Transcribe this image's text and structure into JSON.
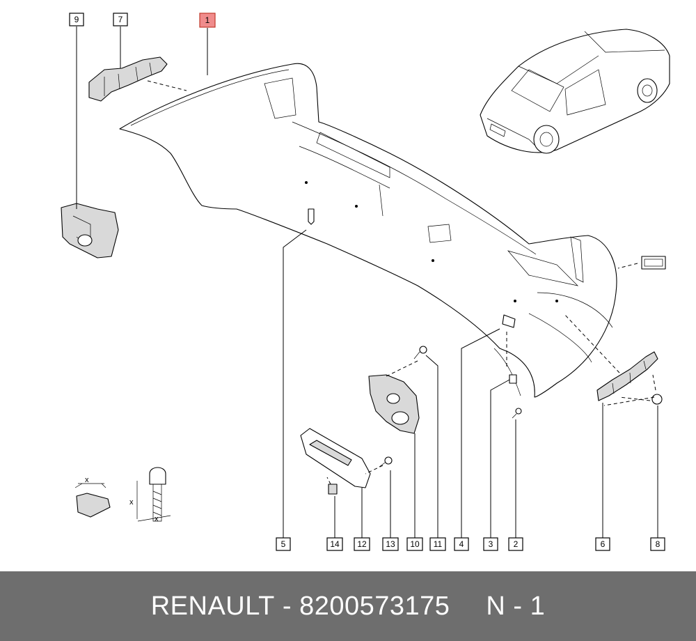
{
  "diagram": {
    "callouts": {
      "c1": "1",
      "c2": "2",
      "c3": "3",
      "c4": "4",
      "c5": "5",
      "c6": "6",
      "c7": "7",
      "c8": "8",
      "c9": "9",
      "c10": "10",
      "c11": "11",
      "c12": "12",
      "c13": "13",
      "c14": "14"
    },
    "dimension_label": "x",
    "highlight_color": "#f08c8c"
  },
  "footer": {
    "brand": "RENAULT",
    "separator": "-",
    "part_number": "8200573175",
    "page_ref": "N - 1",
    "background": "#6e6e6e"
  }
}
